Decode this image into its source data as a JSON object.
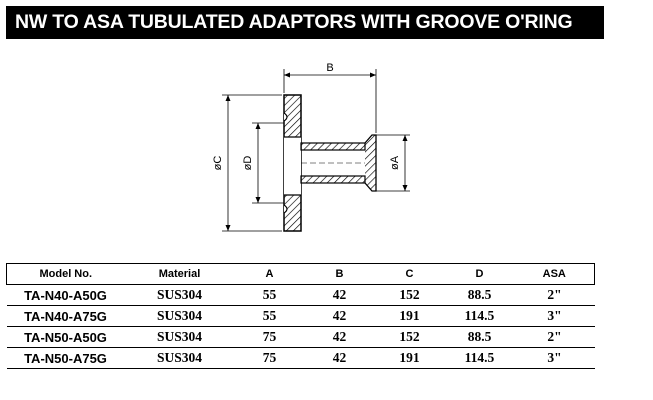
{
  "title": "NW TO ASA TUBULATED ADAPTORS WITH GROOVE O'RING",
  "drawing": {
    "labels": {
      "b": "B",
      "c": "øC",
      "d": "øD",
      "a": "øA"
    }
  },
  "table": {
    "headers": [
      "Model No.",
      "Material",
      "A",
      "B",
      "C",
      "D",
      "ASA"
    ],
    "rows": [
      [
        "TA-N40-A50G",
        "SUS304",
        "55",
        "42",
        "152",
        "88.5",
        "2\""
      ],
      [
        "TA-N40-A75G",
        "SUS304",
        "55",
        "42",
        "191",
        "114.5",
        "3\""
      ],
      [
        "TA-N50-A50G",
        "SUS304",
        "75",
        "42",
        "152",
        "88.5",
        "2\""
      ],
      [
        "TA-N50-A75G",
        "SUS304",
        "75",
        "42",
        "191",
        "114.5",
        "3\""
      ]
    ]
  }
}
